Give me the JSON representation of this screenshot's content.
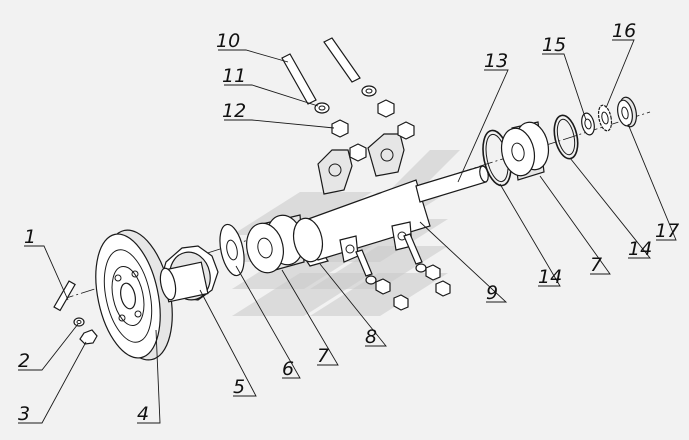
{
  "labels": {
    "l1": "1",
    "l2": "2",
    "l3": "3",
    "l4": "4",
    "l5": "5",
    "l6": "6",
    "l7a": "7",
    "l7b": "7",
    "l8": "8",
    "l9": "9",
    "l10": "10",
    "l11": "11",
    "l12": "12",
    "l13": "13",
    "l14a": "14",
    "l14b": "14",
    "l15": "15",
    "l16": "16",
    "l17": "17"
  },
  "colors": {
    "background": "#f2f2f2",
    "ink": "#1a1a1a",
    "watermark": "#c9c9c9"
  }
}
